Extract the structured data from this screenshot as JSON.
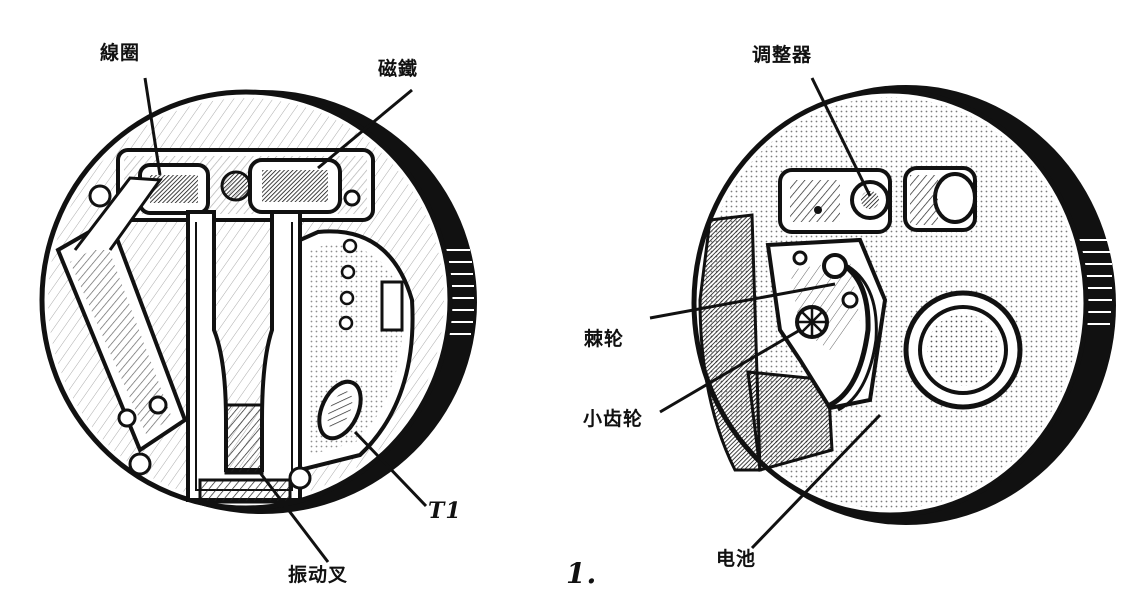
{
  "figure_number": "1.",
  "left_view": {
    "labels": {
      "coil": "線圈",
      "magnet": "磁鐵",
      "vibrating_reed": "振动叉",
      "transistor": "T1"
    }
  },
  "right_view": {
    "labels": {
      "regulator": "调整器",
      "ratchet_wheel": "棘轮",
      "small_gear": "小齿轮",
      "battery": "电池"
    }
  },
  "colors": {
    "ink": "#111111",
    "paper": "#ffffff"
  }
}
